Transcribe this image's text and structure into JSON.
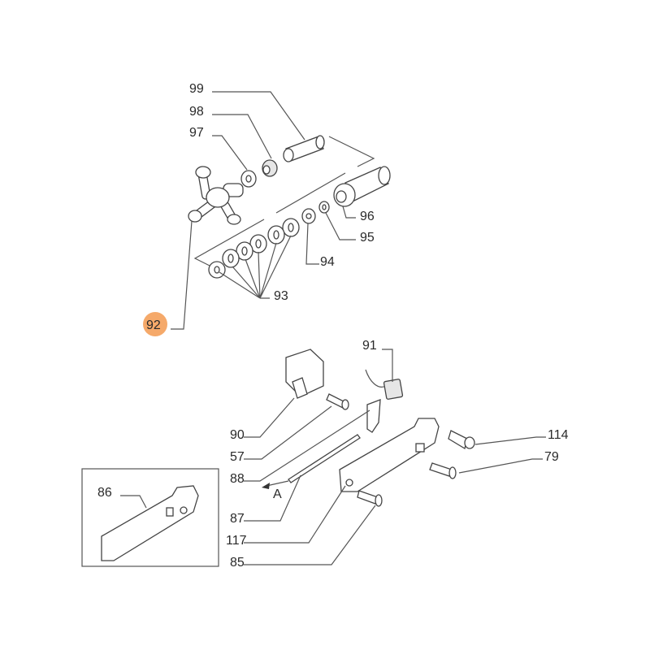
{
  "diagram": {
    "highlight_color": "#f5a96a",
    "highlighted_part": "92",
    "labels": {
      "p99": "99",
      "p98": "98",
      "p97": "97",
      "p96": "96",
      "p95": "95",
      "p94": "94",
      "p93": "93",
      "p92": "92",
      "p91": "91",
      "p90": "90",
      "p57": "57",
      "p88": "88",
      "p87": "87",
      "p117": "117",
      "p85": "85",
      "p114": "114",
      "p79": "79",
      "p86": "86",
      "direction_a": "A"
    }
  }
}
